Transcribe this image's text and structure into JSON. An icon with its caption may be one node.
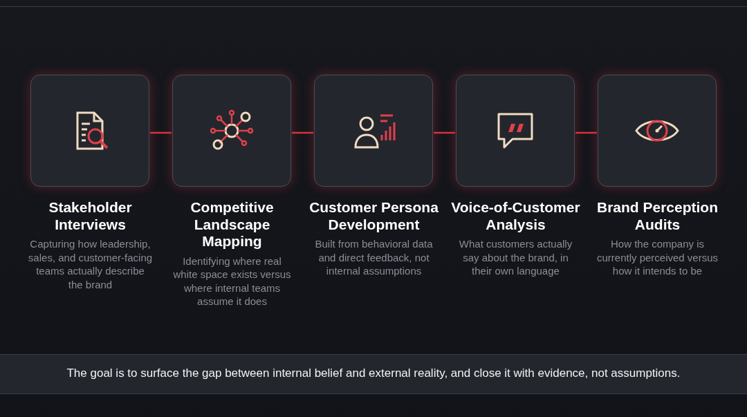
{
  "diagram": {
    "nodes": [
      {
        "text": [
          "Stakeholder Interviews",
          "Capturing how leadership, sales, and customer-facing teams actually describe the brand"
        ]
      },
      {
        "text": [
          "Competitive Landscape Mapping",
          "Identifying where real white space exists versus where internal teams assume it does"
        ]
      },
      {
        "text": [
          "Customer Persona Development",
          "Built from behavioral data and direct feedback, not internal assumptions"
        ]
      },
      {
        "text": [
          "Voice-of-Customer Analysis",
          "What customers actually say about the brand, in their own language"
        ]
      },
      {
        "text": [
          "Brand Perception Audits",
          "How the company is currently perceived versus how it intends to be"
        ]
      }
    ],
    "edges": [
      {
        "from": 0,
        "to": 1,
        "arrow": "none"
      },
      {
        "from": 1,
        "to": 2,
        "arrow": "none"
      },
      {
        "from": 2,
        "to": 3,
        "arrow": "none"
      },
      {
        "from": 3,
        "to": 4,
        "arrow": "none"
      }
    ],
    "labels": [
      "The goal is to surface the gap between internal belief and external reality, and close it with evidence, not assumptions."
    ]
  }
}
